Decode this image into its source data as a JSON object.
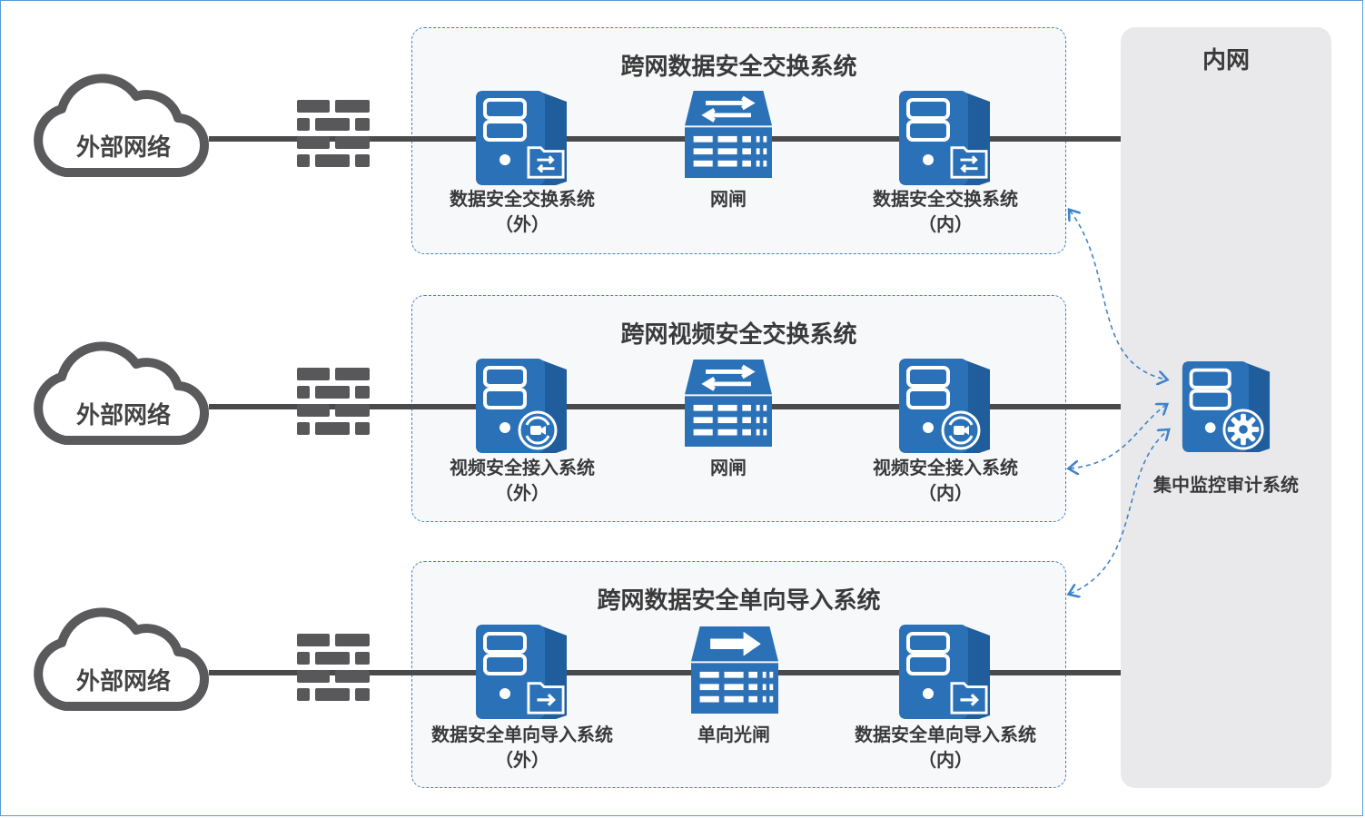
{
  "inner_network": {
    "title": "内网"
  },
  "monitor": {
    "label": "集中监控审计系统"
  },
  "colors": {
    "blue": "#2b71b8",
    "line": "#4a4a4c",
    "dash": "#3f84c9"
  },
  "rows": [
    {
      "cloud_label": "外部网络",
      "group_title": "跨网数据安全交换系统",
      "left_server": {
        "name": "数据安全交换系统",
        "sub": "（外）",
        "badge_icon": "folder-exchange-icon"
      },
      "gate": {
        "name": "网闸",
        "icon": "bidirectional-gate-icon"
      },
      "right_server": {
        "name": "数据安全交换系统",
        "sub": "（内）",
        "badge_icon": "folder-exchange-icon"
      }
    },
    {
      "cloud_label": "外部网络",
      "group_title": "跨网视频安全交换系统",
      "left_server": {
        "name": "视频安全接入系统",
        "sub": "（外）",
        "badge_icon": "video-sync-icon"
      },
      "gate": {
        "name": "网闸",
        "icon": "bidirectional-gate-icon"
      },
      "right_server": {
        "name": "视频安全接入系统",
        "sub": "（内）",
        "badge_icon": "video-sync-icon"
      }
    },
    {
      "cloud_label": "外部网络",
      "group_title": "跨网数据安全单向导入系统",
      "left_server": {
        "name": "数据安全单向导入系统",
        "sub": "（外）",
        "badge_icon": "folder-import-icon"
      },
      "gate": {
        "name": "单向光闸",
        "icon": "unidirectional-gate-icon"
      },
      "right_server": {
        "name": "数据安全单向导入系统",
        "sub": "（内）",
        "badge_icon": "folder-import-icon"
      }
    }
  ]
}
